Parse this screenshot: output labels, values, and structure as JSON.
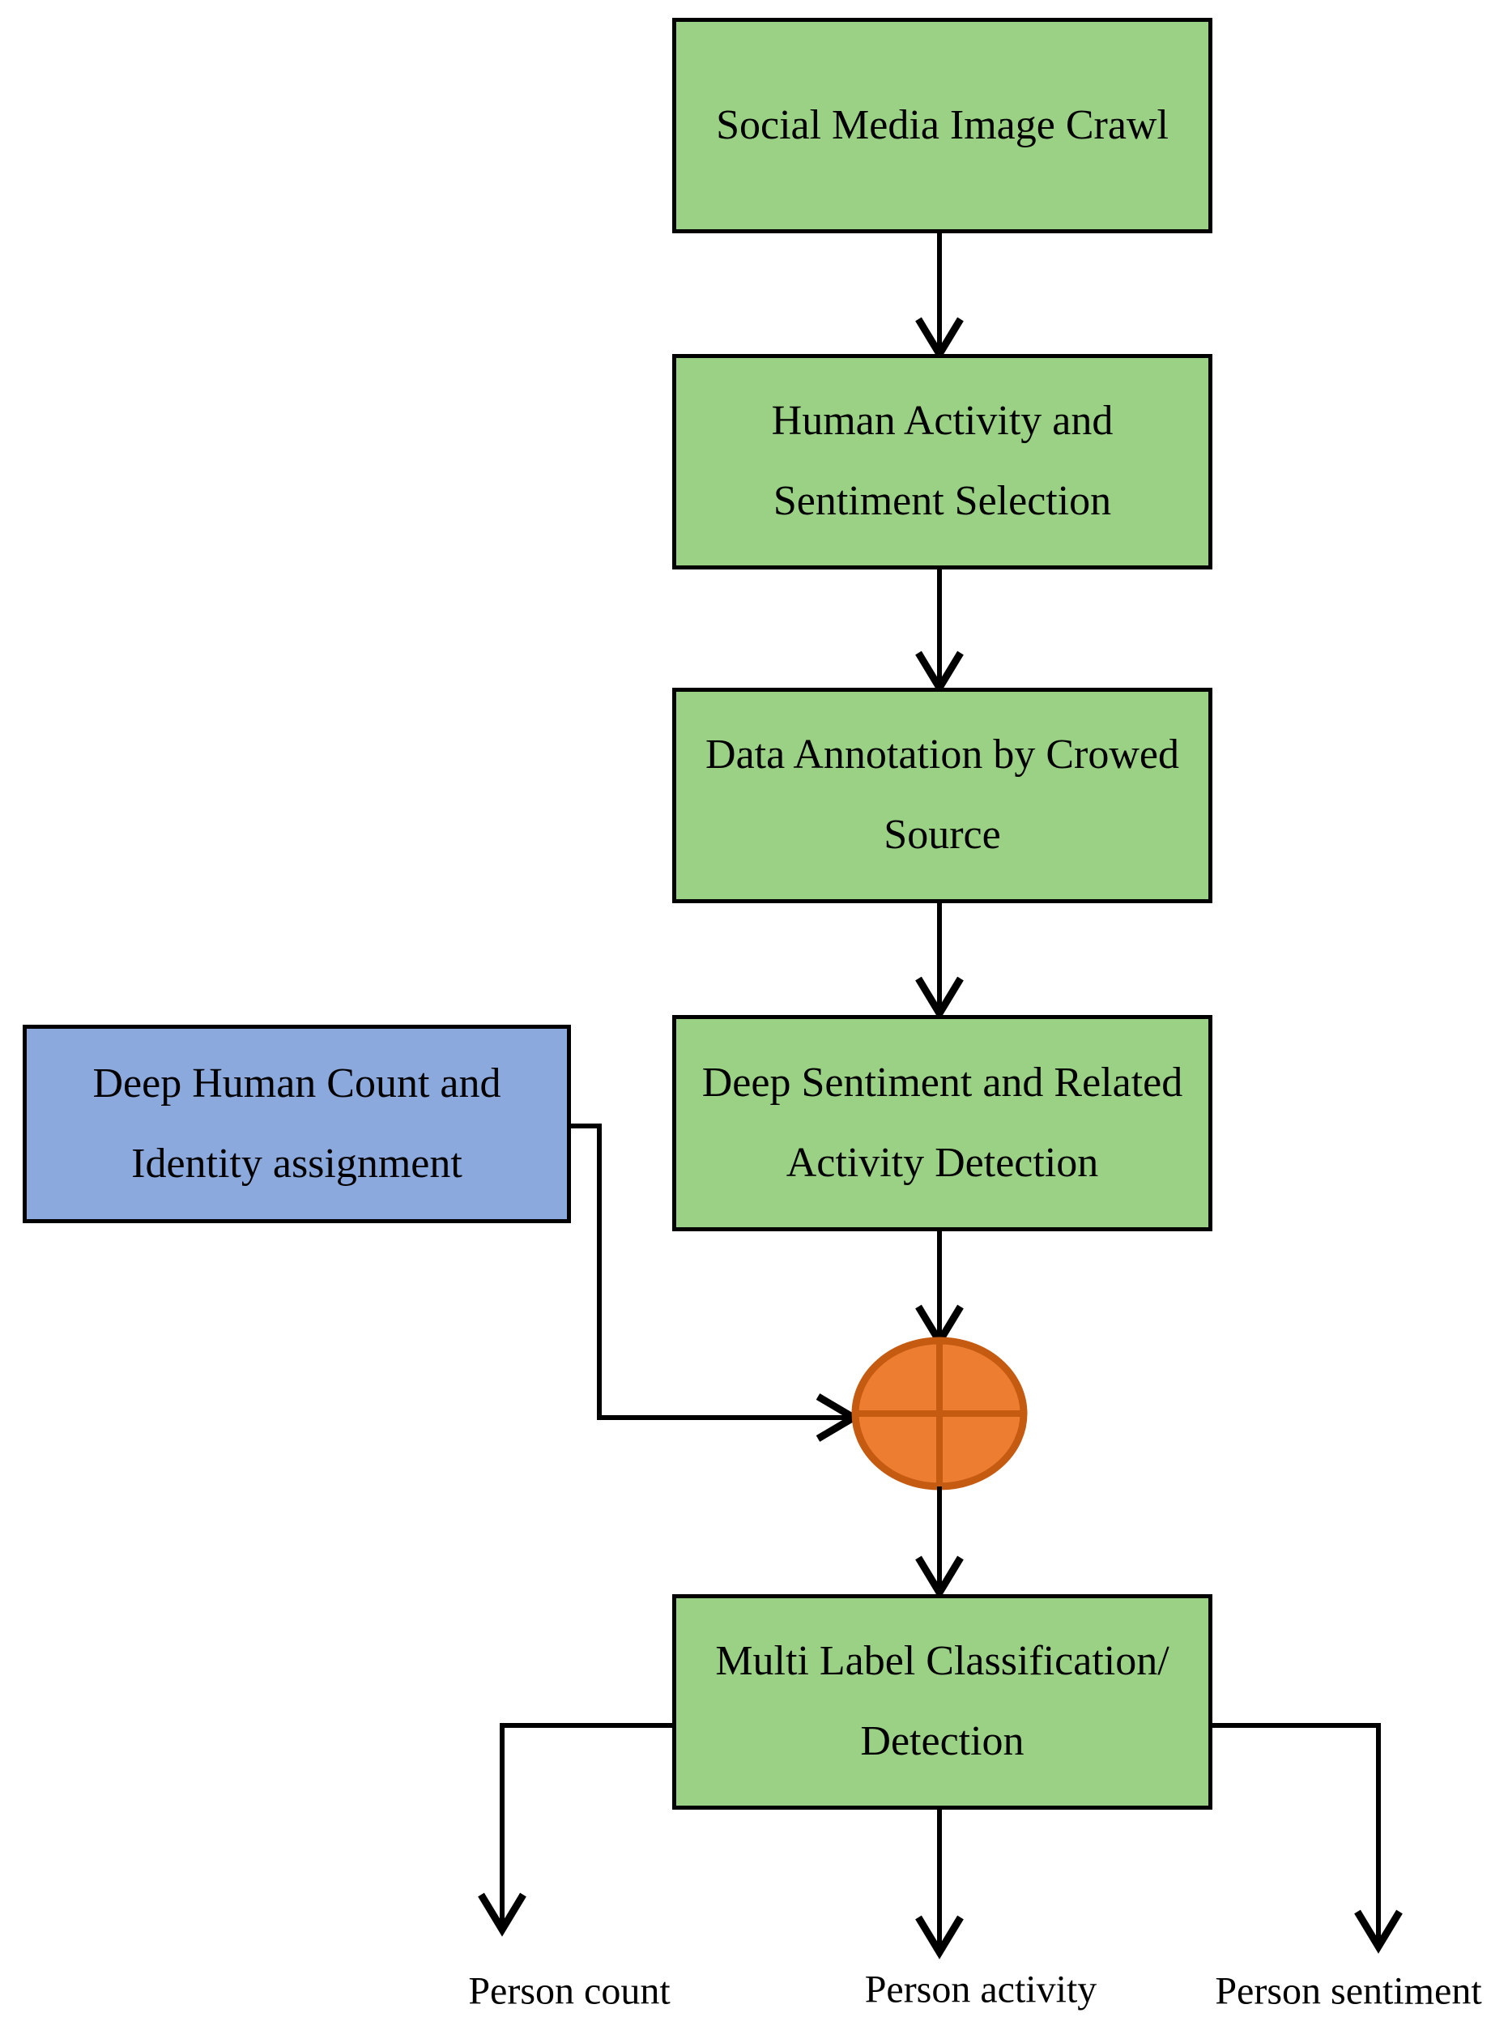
{
  "diagram": {
    "boxes": {
      "social_media_crawl": "Social Media Image Crawl",
      "activity_sentiment_selection": "Human Activity and\nSentiment Selection",
      "data_annotation": "Data Annotation by Crowed\nSource",
      "deep_sentiment_detection": "Deep Sentiment and Related\nActivity Detection",
      "deep_human_count": "Deep Human Count and\nIdentity assignment",
      "multi_label_classification": "Multi Label Classification/\nDetection"
    },
    "outputs": [
      "Person count",
      "Person activity",
      "Person sentiment"
    ],
    "merge_node_icon": "plus-circle-merge-icon",
    "colors": {
      "box_green_fill": "#9BD185",
      "box_blue_fill": "#8BA9DC",
      "merge_fill": "#ED7D31",
      "merge_stroke": "#C55A11",
      "line_color": "#000000",
      "box_border": "#000000",
      "text_color": "#000000"
    }
  }
}
